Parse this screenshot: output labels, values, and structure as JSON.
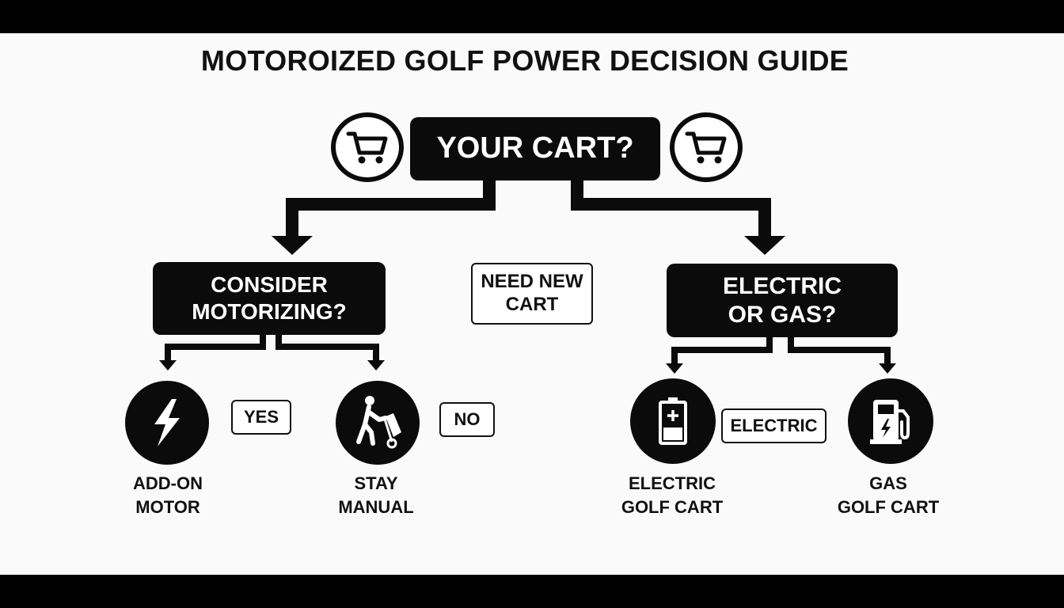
{
  "title": "MOTOROIZED GOLF POWER DECISION GUIDE",
  "root": {
    "label": "YOUR CART?"
  },
  "left_branch": {
    "question": "CONSIDER\nMOTORIZING?",
    "options": [
      {
        "icon": "lightning-bolt-icon",
        "label": "ADD-ON\nMOTOR",
        "tag": "YES"
      },
      {
        "icon": "person-pushing-cart-icon",
        "label": "STAY\nMANUAL",
        "tag": "NO"
      }
    ]
  },
  "middle_tag": "NEED NEW\nCART",
  "right_branch": {
    "question": "ELECTRIC\nOR GAS?",
    "options": [
      {
        "icon": "battery-icon",
        "label": "ELECTRIC\nGOLF CART",
        "tag": "ELECTRIC"
      },
      {
        "icon": "gas-pump-icon",
        "label": "GAS\nGOLF CART"
      }
    ]
  },
  "colors": {
    "ink": "#0b0b0b",
    "background": "#fafafa",
    "frame": "#000000"
  }
}
